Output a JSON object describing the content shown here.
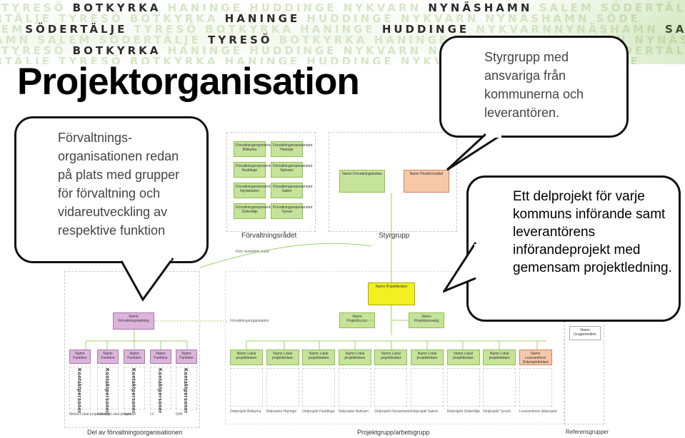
{
  "banner": {
    "rows": [
      {
        "text": "TYRESÖ BOTKYRKA HANINGE HUDDINGE NYKVARN NYNÄSHAMN SALEM SÖDERTÄLJE",
        "highlights": [
          "BOTKYRKA",
          "NYNÄSHAMN"
        ]
      },
      {
        "text": "RTÄLJE TYRESÖ BOTKYRKA HANINGE HUDDINGE NYKVARN NYNÄSHAMN SÖDE",
        "highlights": [
          "HANINGE"
        ]
      },
      {
        "text": "EMSÖDERTÄLJE TYRESÖ BOTKYRKA HANINGE HUDDINGE NYKVARNNYNÄSHAMN SALEM SÖDE",
        "highlights": [
          "SÖDERTÄLJE",
          "HUDDINGE",
          "SALEM"
        ]
      },
      {
        "text": "AMN SALEM SÖDERTÄLJE TYRESÖ BOTKYRKA HANINGE HUDDINGE NYKVARN NYNÄSH",
        "highlights": [
          "TYRESÖ"
        ]
      },
      {
        "text": "TYRESÖ BOTKYRKA HANINGE HUDDINGE NYKVARN NYNÄSHAMN SALEM SÖDERTÄLJE",
        "highlights": [
          "BOTKYRKA"
        ]
      },
      {
        "text": "RTÄLJE TYRESÖ BOTKYRKA HANINGE HUDDINGE NYKVARN NYNÄSHAMN SÖDE",
        "highlights": []
      }
    ]
  },
  "title": "Projektorganisation",
  "callouts": {
    "left": "Förvaltnings-organisationen redan på plats med grupper för förvaltning och vidareutveckling av respektive funktion",
    "top": "Styrgrupp med ansvariga från kommunerna och leverantören.",
    "mid": "Ett delprojekt för varje kommuns införande samt leverantörens införandeprojekt med gemensam projektledning."
  },
  "diagram": {
    "forvaltningsradet": {
      "label": "Förvaltningsrådet",
      "boxes": [
        "Förvaltningsrepresentant Botkyrka",
        "Förvaltningsrepresentant Haninge",
        "Förvaltningsrepresentant Huddinge",
        "Förvaltningsrepresentant Nykvarn",
        "Förvaltningsrepresentant Nynäshamn",
        "Förvaltningsrepresentant Salem",
        "Förvaltningsrepresentant Södertälje",
        "Förvaltningsrepresentant Tyresö"
      ]
    },
    "styrgrupp": {
      "label": "Styrgrupp",
      "boxes": [
        "Namn Förvaltningsledare",
        "Namn Plusförmedlarl"
      ]
    },
    "projektledare": "Namn Projektledare",
    "projektkontor": [
      "Namn Projektkontor",
      "Namn Projektansvarig"
    ],
    "forvaltningsledning": "Namn Förvaltningsledning",
    "forvaltningsgrupper": {
      "label": "Del av förvaltningsorganisationen",
      "boxes": [
        "Namn Funktion",
        "Namn Funktion",
        "Namn Funktion",
        "Namn Funktion",
        "Namn Funktion"
      ],
      "vertical": [
        "Kontaktpersoner",
        "Kontaktpersoner",
        "Kontaktpersoner",
        "Kontaktpersoner",
        "Kontaktpersoner"
      ],
      "footers": [
        "Metod Lokal-projektledare",
        "Ledning Lokal projekt",
        "Kanaler",
        "LV",
        "Drift"
      ]
    },
    "projektgrupp": {
      "label": "Projektgrupp/arbetsgrupp",
      "boxes": [
        "Namn Lokal projektledare",
        "Namn Lokal projektledare",
        "Namn Lokal projektledare",
        "Namn Lokal projektledare",
        "Namn Lokal projektledare",
        "Namn Lokal projektledare",
        "Namn Lokal projektledare",
        "Namn Lokal projektledare",
        "Namn Leverantören Delprojektledare"
      ],
      "footers": [
        "Delprojekt Botkyrka",
        "Delprojekt Haninge",
        "Delprojekt Huddinge",
        "Delprojekt Nykvarn",
        "Delprojekt Nynäshamn",
        "Delprojekt Salem",
        "Delprojekt Södertälje",
        "Delprojekt Tyresö",
        "Leverantören delprojekt"
      ]
    },
    "referensgrupp": {
      "label": "Referensgrupper",
      "box": "Namn Gruppmedlem"
    },
    "small_notes": {
      "left_top": "Förv. kommitté, möte",
      "mid": "Förvaltningsorganisation"
    }
  }
}
